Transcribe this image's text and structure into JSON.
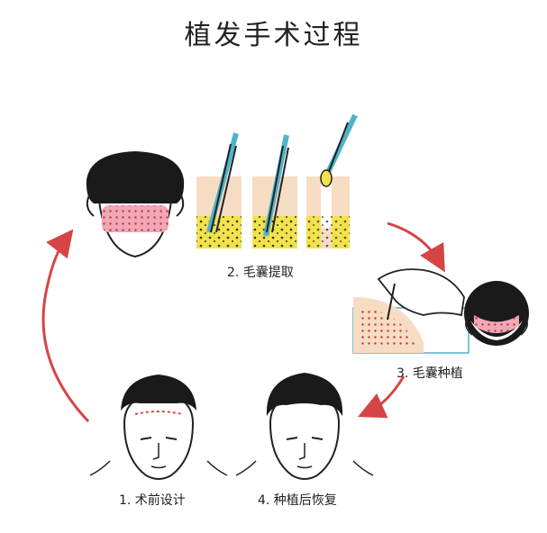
{
  "title": "植发手术过程",
  "steps": [
    {
      "label": "1. 术前设计"
    },
    {
      "label": "2. 毛囊提取"
    },
    {
      "label": "3. 毛囊种植"
    },
    {
      "label": "4. 种植后恢复"
    }
  ],
  "colors": {
    "arrow": "#d64545",
    "graft_area": "#f1a7b8",
    "graft_dots": "#c0392b",
    "hair": "#1a1a1a",
    "skin_layer": "#f7dcc4",
    "fat_layer": "#f2e24a",
    "tool": "#4fb3c9"
  }
}
